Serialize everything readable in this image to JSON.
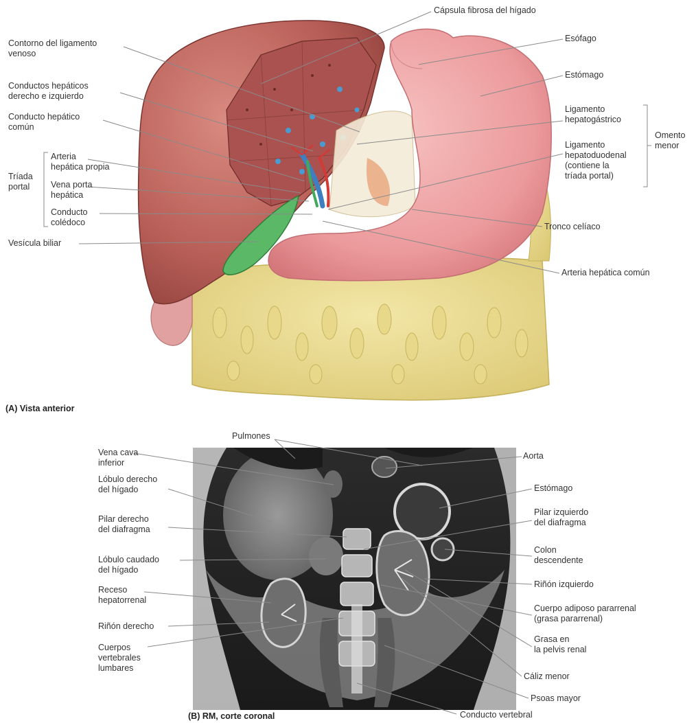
{
  "panel_a": {
    "caption": "(A) Vista anterior",
    "labels": {
      "capsula": "Cápsula fibrosa del hígado",
      "contorno": "Contorno del ligamento\nvenoso",
      "esofago": "Esófago",
      "estomago": "Estómago",
      "conductos_hepaticos": "Conductos hepáticos\nderecho e izquierdo",
      "conducto_hepatico_comun": "Conducto hepático\ncomún",
      "lig_hepatogastrico": "Ligamento\nhepatogástrico",
      "omento_menor": "Omento\nmenor",
      "arteria_hepatica_propia": "Arteria\nhepática propia",
      "triada_portal": "Tríada\nportal",
      "lig_hepatoduodenal": "Ligamento\nhepatoduodenal\n(contiene la\ntríada portal)",
      "vena_porta": "Vena porta\nhepática",
      "conducto_coledoco": "Conducto\ncolédoco",
      "tronco_celiaco": "Tronco celíaco",
      "vesicula_biliar": "Vesícula biliar",
      "arteria_hepatica_comun": "Arteria hepática común"
    }
  },
  "panel_b": {
    "caption": "(B) RM, corte coronal",
    "labels": {
      "pulmones": "Pulmones",
      "vena_cava": "Vena cava\ninferior",
      "aorta": "Aorta",
      "lobulo_derecho": "Lóbulo derecho\ndel hígado",
      "estomago": "Estómago",
      "pilar_derecho": "Pilar derecho\ndel diafragma",
      "pilar_izquierdo": "Pilar izquierdo\ndel diafragma",
      "lobulo_caudado": "Lóbulo caudado\ndel hígado",
      "colon_descendente": "Colon\ndescendente",
      "receso": "Receso\nhepatorrenal",
      "rinon_izquierdo": "Riñón izquierdo",
      "cuerpo_adiposo": "Cuerpo adiposo pararrenal\n(grasa pararrenal)",
      "rinon_derecho": "Riñón derecho",
      "grasa_pelvis": "Grasa en\nla pelvis renal",
      "cuerpos_vertebrales": "Cuerpos\nvertebrales\nlumbares",
      "caliz_menor": "Cáliz menor",
      "psoas_mayor": "Psoas mayor",
      "conducto_vertebral": "Conducto vertebral"
    }
  }
}
